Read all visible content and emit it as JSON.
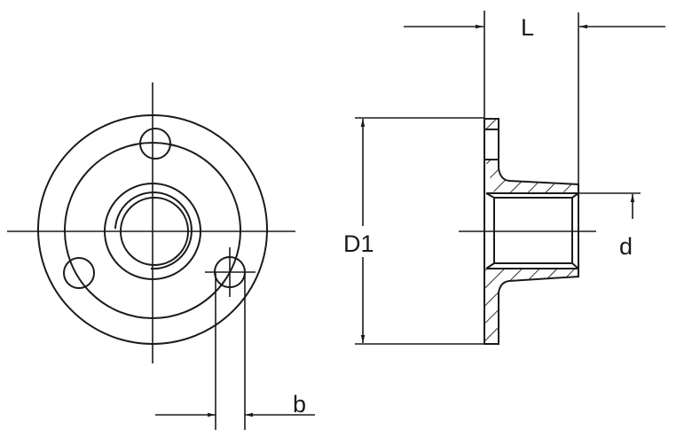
{
  "colors": {
    "line": "#1a1a1a",
    "background": "#ffffff"
  },
  "labels": {
    "length": "L",
    "flange_diameter": "D1",
    "thread_diameter": "d",
    "hole_width": "b"
  }
}
